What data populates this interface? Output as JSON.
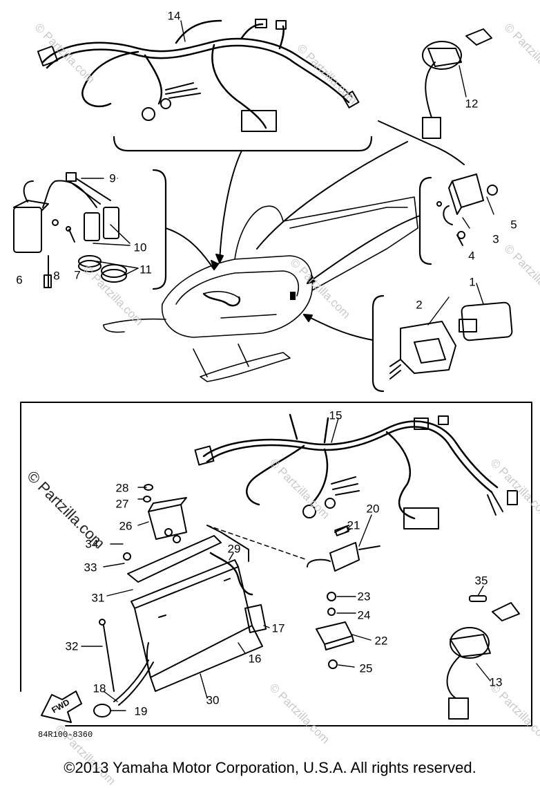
{
  "callouts": {
    "c1": "1",
    "c2": "2",
    "c3": "3",
    "c4": "4",
    "c5": "5",
    "c6": "6",
    "c7": "7",
    "c8": "8",
    "c9": "9",
    "c10": "10",
    "c11": "11",
    "c12": "12",
    "c13": "13",
    "c14": "14",
    "c15": "15",
    "c16": "16",
    "c17": "17",
    "c18": "18",
    "c19": "19",
    "c20": "20",
    "c21": "21",
    "c22": "22",
    "c23": "23",
    "c24": "24",
    "c25": "25",
    "c26": "26",
    "c27": "27",
    "c28": "28",
    "c29": "29",
    "c30": "30",
    "c31": "31",
    "c32": "32",
    "c33": "33",
    "c34": "34",
    "c35": "35"
  },
  "fwd_label": "FWD",
  "drawing_code": "84R100-8360",
  "watermark": "© Partzilla.com",
  "copyright": "©2013  Yamaha Motor Corporation, U.S.A. All rights reserved."
}
